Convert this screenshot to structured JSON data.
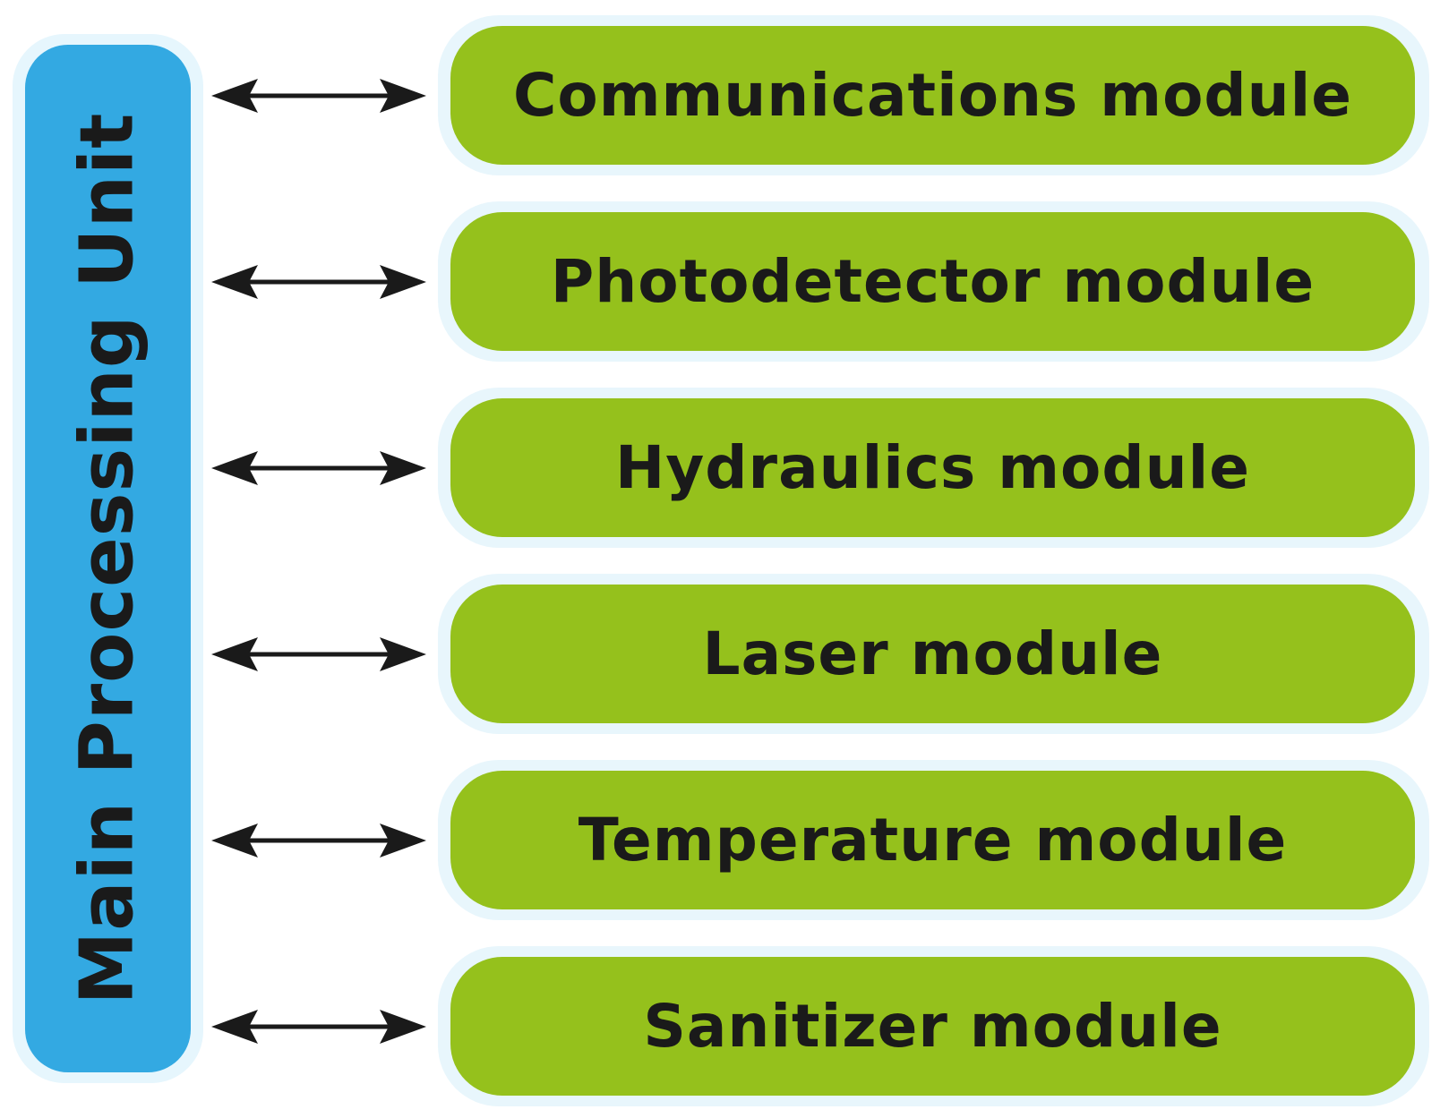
{
  "main_unit": {
    "label": "Main Processing Unit",
    "color": "#33a9e2"
  },
  "modules": [
    {
      "label": "Communications module"
    },
    {
      "label": "Photodetector module"
    },
    {
      "label": "Hydraulics module"
    },
    {
      "label": "Laser module"
    },
    {
      "label": "Temperature module"
    },
    {
      "label": "Sanitizer module"
    }
  ],
  "module_color": "#95c11c",
  "connector": "bidirectional-arrow"
}
